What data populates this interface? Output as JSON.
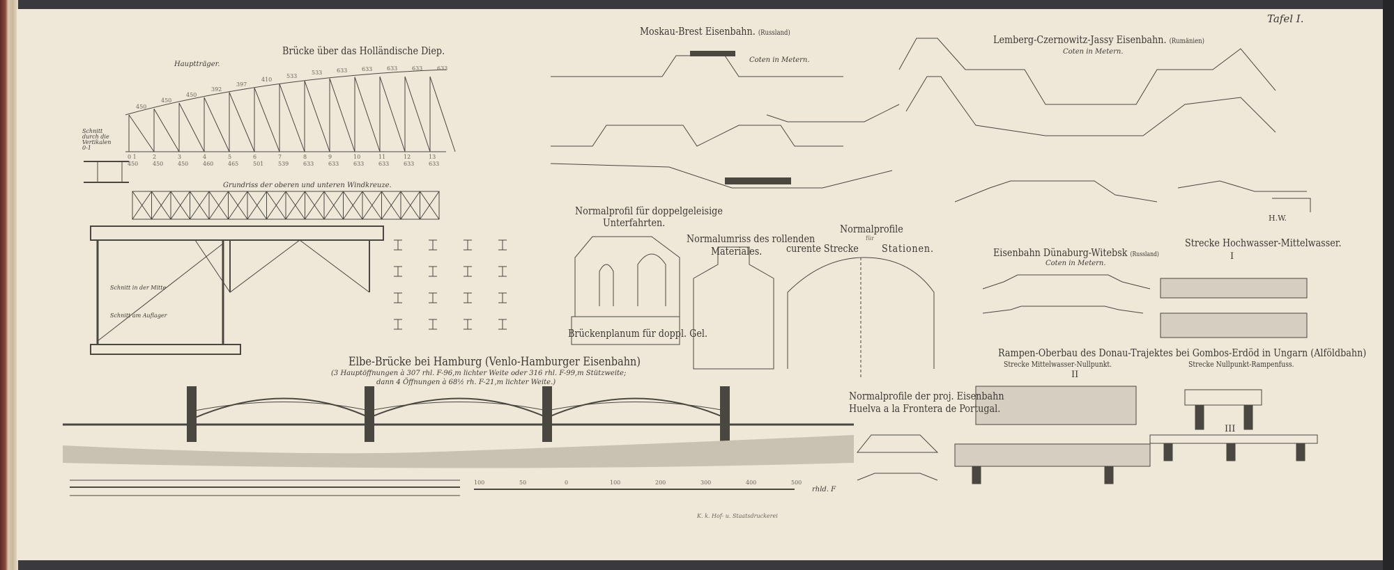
{
  "plate_label": "Tafel I.",
  "hollands_diep": {
    "title": "Brücke über das Holländische Diep.",
    "main_girder_label": "Hauptträger.",
    "section_label": "Schnitt durch die Vertikalen 0-1",
    "plan_label": "Grundriss der oberen und unteren Windkreuze.",
    "middle_section_label": "Schnitt in der Mitte",
    "support_section_label": "Schnitt am Auflager",
    "panel_numbers": [
      "0 1",
      "2",
      "3",
      "4",
      "5",
      "6",
      "7",
      "8",
      "9",
      "10",
      "11",
      "12",
      "13"
    ],
    "top_values": [
      "450",
      "450",
      "450",
      "392",
      "397",
      "410",
      "533",
      "533",
      "633",
      "633",
      "633",
      "633",
      "633"
    ],
    "bottom_values": [
      "450",
      "450",
      "450",
      "460",
      "465",
      "501",
      "539",
      "633",
      "633",
      "633",
      "633",
      "633",
      "633"
    ]
  },
  "moskau_brest": {
    "title": "Moskau-Brest Eisenbahn.",
    "country": "(Russland)",
    "note": "Coten in Metern."
  },
  "lemberg": {
    "title": "Lemberg-Czernowitz-Jassy Eisenbahn.",
    "country": "(Rumänien)",
    "note": "Coten in Metern."
  },
  "unterfahrten": {
    "title_1": "Normalprofil für doppelgeleisige",
    "title_2": "Unterfahrten.",
    "deck_label": "Brückenplanum für doppl. Gel."
  },
  "rolling_stock": {
    "title_1": "Normalumriss des rollenden",
    "title_2": "Materiales."
  },
  "normal_profiles": {
    "title": "Normalprofile",
    "fuer": "für",
    "left": "curente Strecke",
    "right": "Stationen."
  },
  "elbe": {
    "title": "Elbe-Brücke bei Hamburg (Venlo-Hamburger Eisenbahn)",
    "subtitle_1": "(3 Hauptöffnungen à 307 rhl. F-96,m lichter Weite oder 316 rhl. F-99,m Stützweite;",
    "subtitle_2": "dann 4 Öffnungen à 68½ rh. F-21,m lichter Weite.)",
    "scale_unit": "rhld. F",
    "scale_ticks": [
      "100",
      "50",
      "0",
      "100",
      "200",
      "300",
      "400",
      "500"
    ]
  },
  "duenaburg": {
    "title": "Eisenbahn Dünaburg-Witebsk",
    "country": "(Russland)",
    "note": "Coten in Metern."
  },
  "hochwasser": {
    "title": "Strecke Hochwasser-Mittelwasser.",
    "number": "I",
    "hw": "H.W."
  },
  "donau": {
    "title": "Rampen-Oberbau des Donau-Trajektes bei Gombos-Erdöd in Ungarn (Alföldbahn)",
    "left_title": "Strecke Mittelwasser-Nullpunkt.",
    "left_number": "II",
    "right_title": "Strecke Nullpunkt-Rampenfuss.",
    "right_number": "III"
  },
  "huelva": {
    "title_1": "Normalprofile der proj. Eisenbahn",
    "title_2": "Huelva a la Frontera de Portugal."
  },
  "printer": "K. k. Hof- u. Staatsdruckerei"
}
